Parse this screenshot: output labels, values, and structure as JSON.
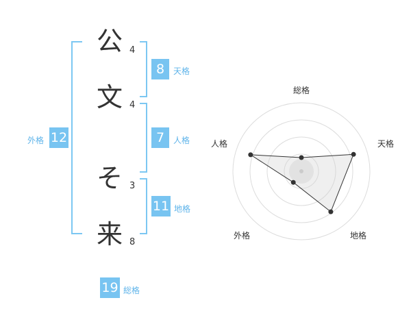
{
  "name": {
    "chars": [
      "公",
      "文",
      "そ",
      "来"
    ],
    "strokes": [
      "4",
      "4",
      "3",
      "8"
    ]
  },
  "fortune": {
    "tenkaku": {
      "value": "8",
      "label": "天格"
    },
    "jinkaku": {
      "value": "7",
      "label": "人格"
    },
    "chikaku": {
      "value": "11",
      "label": "地格"
    },
    "gaikaku": {
      "value": "12",
      "label": "外格"
    },
    "soukaku": {
      "value": "19",
      "label": "総格"
    }
  },
  "radar": {
    "axes": [
      "総格",
      "天格",
      "地格",
      "外格",
      "人格"
    ],
    "values": [
      0.2,
      0.8,
      0.73,
      0.2,
      0.78
    ],
    "rings": 4
  }
}
